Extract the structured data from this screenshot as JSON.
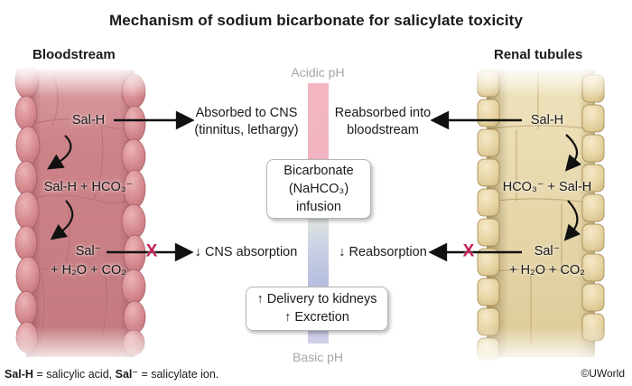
{
  "title": "Mechanism of sodium bicarbonate for salicylate toxicity",
  "colors": {
    "x-mark": "#c41e56",
    "bar-top": "#f3b6c2",
    "bar-mid": "#e3e8da",
    "bar-bottom": "#b6badc",
    "vessel-main": "#cd8287",
    "tubule-main": "#e7d9b0"
  },
  "bloodstream": {
    "header": "Bloodstream",
    "sal_h": "Sal-H",
    "sal_h_hco3": "Sal-H + HCO₃⁻",
    "sal_ion": "Sal⁻",
    "h2o_co2": "+ H₂O + CO₂"
  },
  "renal": {
    "header": "Renal tubules",
    "sal_h": "Sal-H",
    "hco3_sal_h": "HCO₃⁻ + Sal-H",
    "sal_ion": "Sal⁻",
    "h2o_co2": "+ H₂O + CO₂"
  },
  "center": {
    "acidic_ph": "Acidic pH",
    "basic_ph": "Basic pH",
    "absorbed_line1": "Absorbed to CNS",
    "absorbed_line2": "(tinnitus, lethargy)",
    "reabsorbed_line1": "Reabsorbed into",
    "reabsorbed_line2": "bloodstream",
    "bicarb_line1": "Bicarbonate",
    "bicarb_line2": "(NaHCO₃)",
    "bicarb_line3": "infusion",
    "cns_absorption": "↓ CNS absorption",
    "reabsorption": "↓ Reabsorption",
    "delivery_line1": "↑ Delivery to kidneys",
    "delivery_line2": "↑ Excretion",
    "x_mark": "X"
  },
  "footnote": {
    "term1": "Sal-H",
    "def1": " = salicylic acid, ",
    "term2": "Sal⁻",
    "def2": " = salicylate ion."
  },
  "credit": "©UWorld"
}
